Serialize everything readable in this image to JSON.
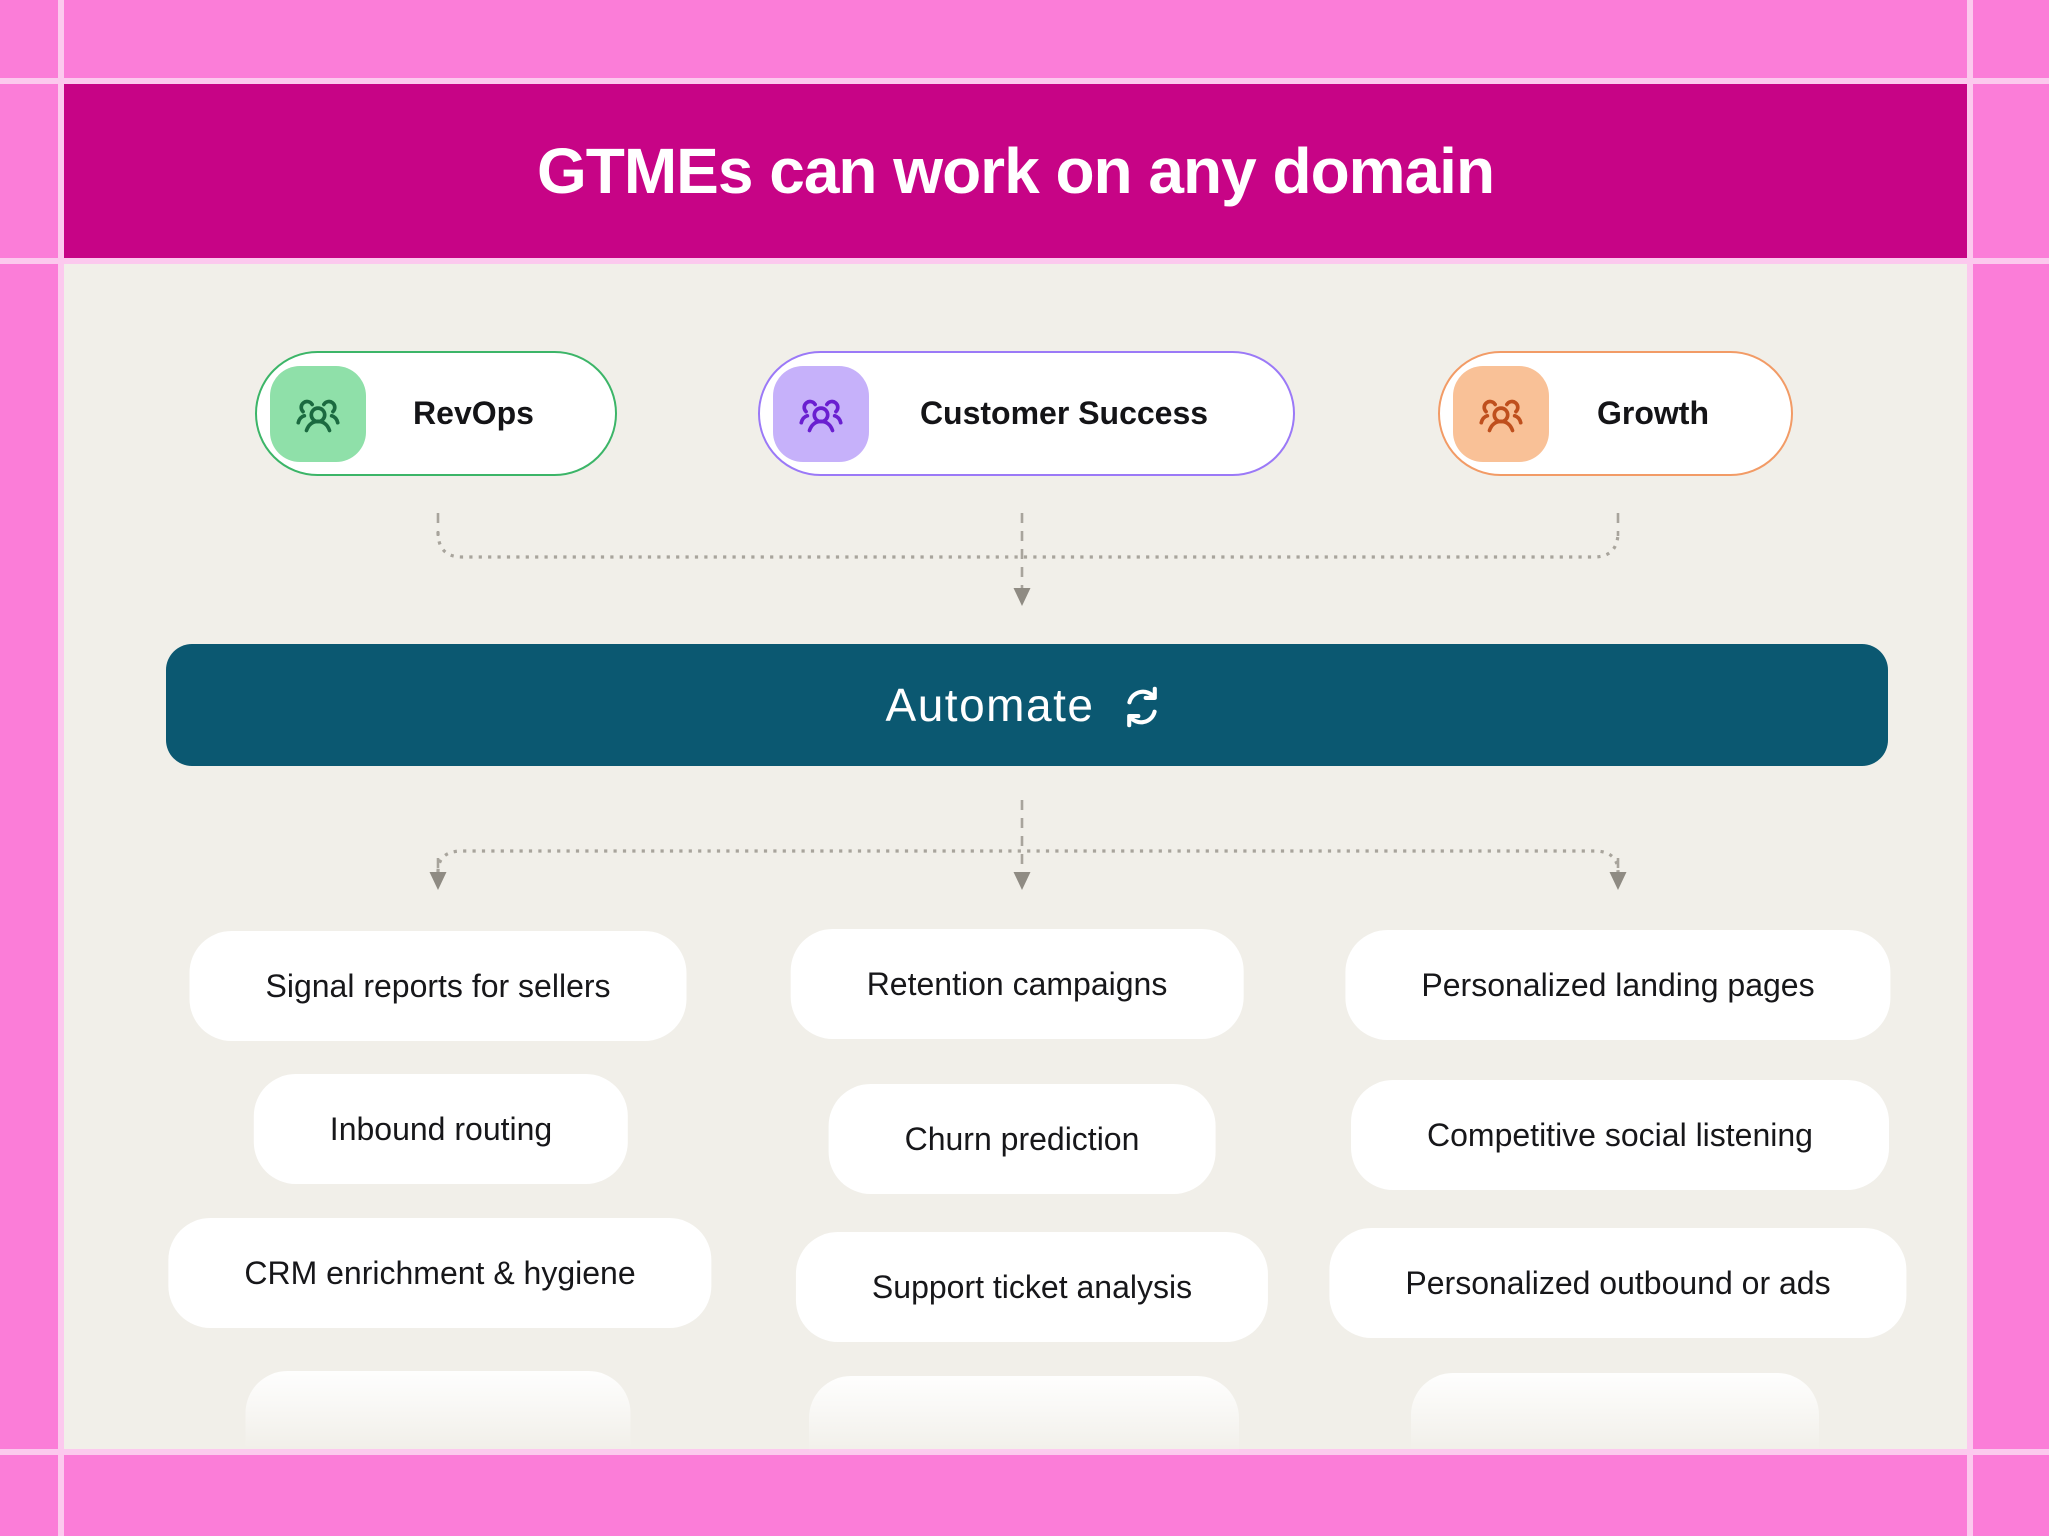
{
  "page": {
    "background": "#FB7DD8",
    "grid_line_color": "#FCC9EE",
    "canvas_color": "#F1EFE9"
  },
  "header": {
    "title": "GTMEs can work on any domain",
    "background": "#C70486",
    "text_color": "#FFFFFF"
  },
  "domains": [
    {
      "label": "RevOps",
      "accent": "#3CB568",
      "tile": "#8FE0A9",
      "icon_color": "#1B6A40",
      "icon": "team-icon"
    },
    {
      "label": "Customer Success",
      "accent": "#9B79F7",
      "tile": "#C6B1FA",
      "icon_color": "#6A1FD0",
      "icon": "team-icon"
    },
    {
      "label": "Growth",
      "accent": "#F29B66",
      "tile": "#F9C197",
      "icon_color": "#BF4F1D",
      "icon": "team-icon"
    }
  ],
  "automate": {
    "label": "Automate",
    "background": "#0B5871",
    "text_color": "#FFFFFF",
    "icon": "refresh-icon"
  },
  "columns": [
    {
      "cards": [
        "Signal reports for sellers",
        "Inbound routing",
        "CRM enrichment & hygiene"
      ],
      "has_faded_fourth_card": true
    },
    {
      "cards": [
        "Retention campaigns",
        "Churn prediction",
        "Support ticket analysis"
      ],
      "has_faded_fourth_card": true
    },
    {
      "cards": [
        "Personalized landing pages",
        "Competitive social listening",
        "Personalized outbound or ads"
      ],
      "has_faded_fourth_card": true
    }
  ],
  "connectors": {
    "style": "dashed",
    "line_color": "#A8A49C",
    "arrow_color": "#8F8B83"
  }
}
